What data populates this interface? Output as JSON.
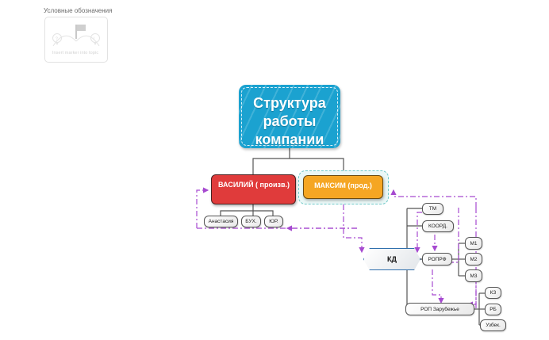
{
  "legend": {
    "title": "Условные обозначения",
    "hint": "Insert marker into topic",
    "icon": "marker-flag-icon"
  },
  "diagram": {
    "root": {
      "label": "Структура работы компании",
      "color": "#1ba2d0"
    },
    "branches": [
      {
        "id": "vasiliy",
        "label": "ВАСИЛИЙ ( произв.)",
        "color": "#e03b3b",
        "selected": false
      },
      {
        "id": "maksim",
        "label": "МАКСИМ (прод.)",
        "color": "#f5a623",
        "selected": true
      }
    ],
    "vasiliy_children": [
      {
        "label": "Анастасия"
      },
      {
        "label": "БУХ."
      },
      {
        "label": "ЮР."
      }
    ],
    "kd": {
      "label": "КД",
      "border": "#2f6fad"
    },
    "kd_children": [
      {
        "label": "ТМ"
      },
      {
        "label": "КООРД."
      },
      {
        "label": "РОПРФ"
      },
      {
        "label": "РОП Зарубежье"
      }
    ],
    "ropprf_children": [
      {
        "label": "М1"
      },
      {
        "label": "М2"
      },
      {
        "label": "М3"
      }
    ],
    "rop_abroad_children": [
      {
        "label": "КЗ"
      },
      {
        "label": "РБ"
      },
      {
        "label": "Узбек."
      }
    ],
    "relation_color": "#a64ad0",
    "connector_color": "#555555"
  }
}
